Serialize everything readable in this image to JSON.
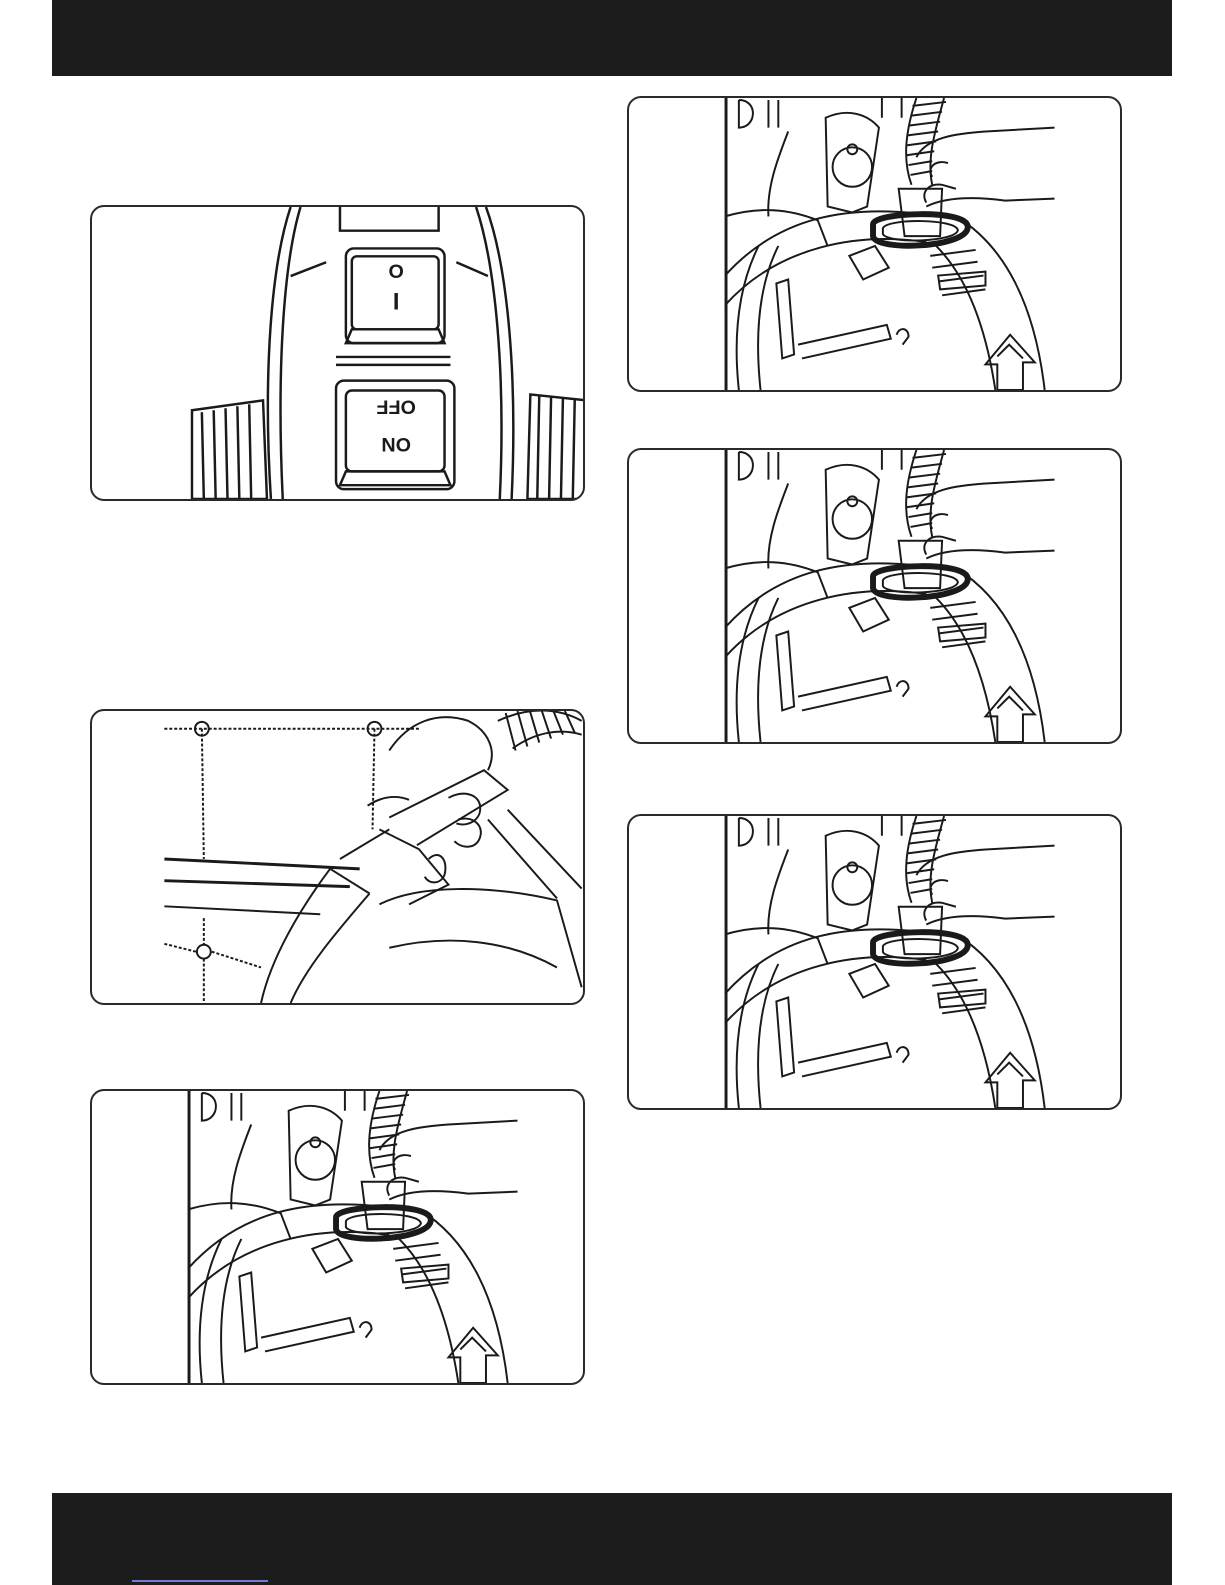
{
  "figures": {
    "switch": {
      "icon": "power-switch-illustration",
      "top_symbol_upper": "O",
      "top_symbol_lower": "I",
      "bottom_label_upper": "OFF",
      "bottom_label_lower": "ON"
    },
    "hand_tool": {
      "icon": "hand-nozzle-upholstery-illustration"
    },
    "hose_1": {
      "icon": "hose-connection-illustration"
    },
    "hose_2": {
      "icon": "hose-connection-illustration"
    },
    "hose_3": {
      "icon": "hose-connection-illustration"
    },
    "hose_4": {
      "icon": "hose-connection-illustration"
    }
  },
  "colors": {
    "band": "#1c1c1c",
    "line_art": "#1a1a1a",
    "link_underline": "#6f7fd6"
  }
}
